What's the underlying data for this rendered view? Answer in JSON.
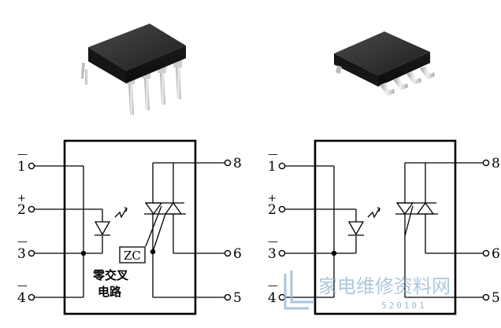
{
  "left_diagram": {
    "pins": [
      {
        "num": "1",
        "sign": "—"
      },
      {
        "num": "2",
        "sign": "+"
      },
      {
        "num": "3",
        "sign": "—"
      },
      {
        "num": "4",
        "sign": "—"
      },
      {
        "num": "8"
      },
      {
        "num": "6"
      },
      {
        "num": "5"
      }
    ],
    "zc_label": "ZC",
    "circuit_label_line1": "零交叉",
    "circuit_label_line2": "电路"
  },
  "right_diagram": {
    "pins": [
      {
        "num": "1",
        "sign": "—"
      },
      {
        "num": "2",
        "sign": "+"
      },
      {
        "num": "3",
        "sign": "—"
      },
      {
        "num": "4",
        "sign": "—"
      },
      {
        "num": "8"
      },
      {
        "num": "6"
      },
      {
        "num": "5"
      }
    ]
  },
  "watermark": {
    "text": "家电维修资料网",
    "sub": "520101"
  },
  "colors": {
    "ink": "#000000",
    "chip_body": "#2b2b2b",
    "chip_lead": "#d8d8d8",
    "watermark": "#8fb6d8"
  }
}
